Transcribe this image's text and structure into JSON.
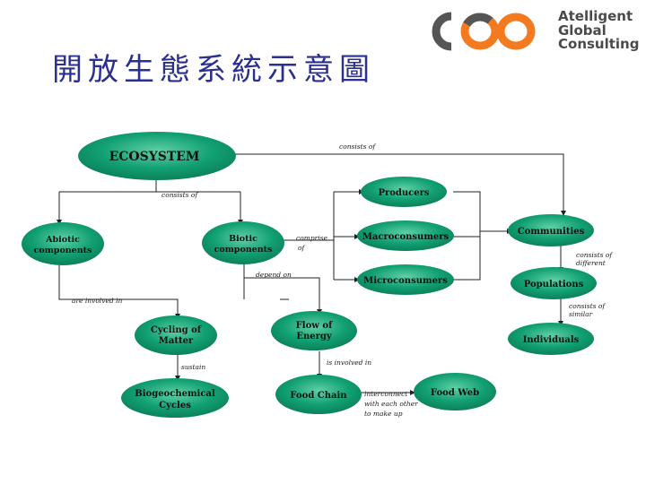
{
  "title": "開放生態系統示意圖",
  "logo": {
    "lines": [
      "Atelligent",
      "Global",
      "Consulting"
    ],
    "colors": {
      "gray": "#555555",
      "orange": "#f47a20",
      "text": "#4a4a4a"
    }
  },
  "colors": {
    "node_fill": "#0f9a6e",
    "node_fill_light": "#7fd4b3",
    "line": "#222222"
  },
  "nodes": {
    "ecosystem": "ECOSYSTEM",
    "abiotic": [
      "Abiotic",
      "components"
    ],
    "biotic": [
      "Biotic",
      "components"
    ],
    "producers": "Producers",
    "macroconsumers": "Macroconsumers",
    "microconsumers": "Microconsumers",
    "communities": "Communities",
    "populations": "Populations",
    "individuals": "Individuals",
    "cycling": [
      "Cycling of",
      "Matter"
    ],
    "flow": [
      "Flow of",
      "Energy"
    ],
    "biogeochemical": [
      "Biogeochemical",
      "Cycles"
    ],
    "food_chain": "Food Chain",
    "food_web": "Food Web"
  },
  "edge_labels": {
    "consists_of_top": "consists of",
    "consists_of_left": "consists of",
    "comprise_of": [
      "comprise",
      "of"
    ],
    "depend_on": "depend on",
    "are_involved_in": "are involved in",
    "consists_of_different": [
      "consists of",
      "different"
    ],
    "consists_of_similar": [
      "consists of",
      "similar"
    ],
    "sustain": "sustain",
    "is_involved_in": "is involved in",
    "interconnect": [
      "interconnect",
      "with each other",
      "to make up"
    ]
  }
}
